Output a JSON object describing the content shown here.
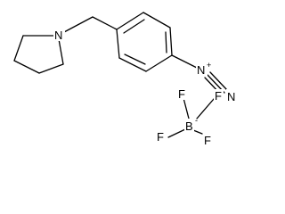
{
  "molecule": {
    "atoms": {
      "n_pyrrolidine": "N",
      "n_diazonium_1": "N",
      "n_diazonium_1_charge": "+",
      "n_diazonium_2": "N",
      "boron": "B",
      "boron_charge": "-",
      "fluorine_1": "F",
      "fluorine_2": "F",
      "fluorine_3": "F",
      "fluorine_4": "F"
    },
    "colors": {
      "bond": "#000000",
      "text": "#000000",
      "background": "#ffffff"
    }
  }
}
